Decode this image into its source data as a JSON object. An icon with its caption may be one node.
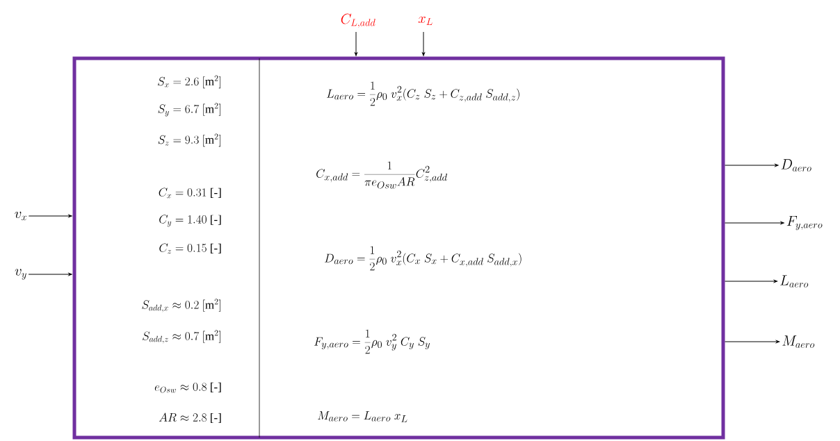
{
  "diagram": {
    "nodes": [
      {
        "text": [
          "S_x = 2.6\\ [\\mathrm{m}^2]",
          "S_y = 6.7\\ [\\mathrm{m}^2]",
          "S_z = 9.3\\ [\\mathrm{m}^2]",
          "C_x = 0.31\\ \\mbox{[-]}",
          "C_y = 1.40\\ \\mbox{[-]}",
          "C_z = 0.15\\ \\mbox{[-]}",
          "S_{add,x} \\approx 0.2\\ [\\mathrm{m}^2]",
          "S_{add,z} \\approx 0.7\\ [\\mathrm{m}^2]",
          "e_{Osw} \\approx 0.8\\ \\mbox{[-]}",
          "AR \\approx 2.8\\ \\mbox{[-]}",
          "L_{aero} = \\frac{1}{2}\\rho_0\\ v_x^2(C_z\\ S_z + C_{z,add}\\ S_{add,z})",
          "C_{x,add} = \\frac{1}{\\pi e_{Osw} AR} C_{z,add}^2",
          "D_{aero} = \\frac{1}{2}\\rho_0\\ v_x^2(C_x\\ S_x + C_{x,add}\\ S_{add,x})",
          "F_{y,aero} = \\frac{1}{2}\\rho_0\\ v_y^2\\ C_y\\ S_y",
          "M_{aero} = L_{aero}\\ x_L"
        ]
      },
      {
        "text": [
          "v_x"
        ]
      },
      {
        "text": [
          "v_y"
        ]
      },
      {
        "text": [
          "C_{L,add}"
        ]
      },
      {
        "text": [
          "x_L"
        ]
      },
      {
        "text": [
          "D_{aero}"
        ]
      },
      {
        "text": [
          "F_{y,aero}"
        ]
      },
      {
        "text": [
          "L_{aero}"
        ]
      },
      {
        "text": [
          "M_{aero}"
        ]
      }
    ],
    "edges": [
      {
        "from": 1,
        "to": 0,
        "arrow": "to"
      },
      {
        "from": 2,
        "to": 0,
        "arrow": "to"
      },
      {
        "from": 3,
        "to": 0,
        "arrow": "to"
      },
      {
        "from": 4,
        "to": 0,
        "arrow": "to"
      },
      {
        "from": 0,
        "to": 5,
        "arrow": "to"
      },
      {
        "from": 0,
        "to": 6,
        "arrow": "to"
      },
      {
        "from": 0,
        "to": 7,
        "arrow": "to"
      },
      {
        "from": 0,
        "to": 8,
        "arrow": "to"
      }
    ]
  }
}
